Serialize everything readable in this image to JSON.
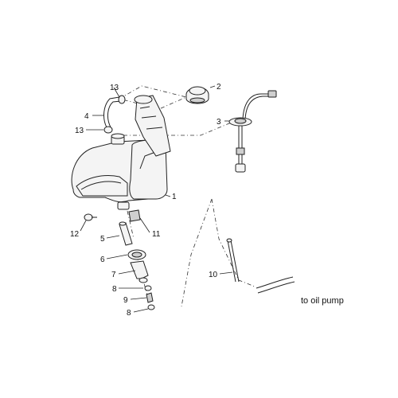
{
  "callouts": {
    "c1": "1",
    "c2": "2",
    "c3": "3",
    "c4": "4",
    "c5": "5",
    "c6": "6",
    "c7": "7",
    "c8a": "8",
    "c8b": "8",
    "c9": "9",
    "c10": "10",
    "c11": "11",
    "c12": "12",
    "c13a": "13",
    "c13b": "13"
  },
  "annotation": "to oil pump"
}
